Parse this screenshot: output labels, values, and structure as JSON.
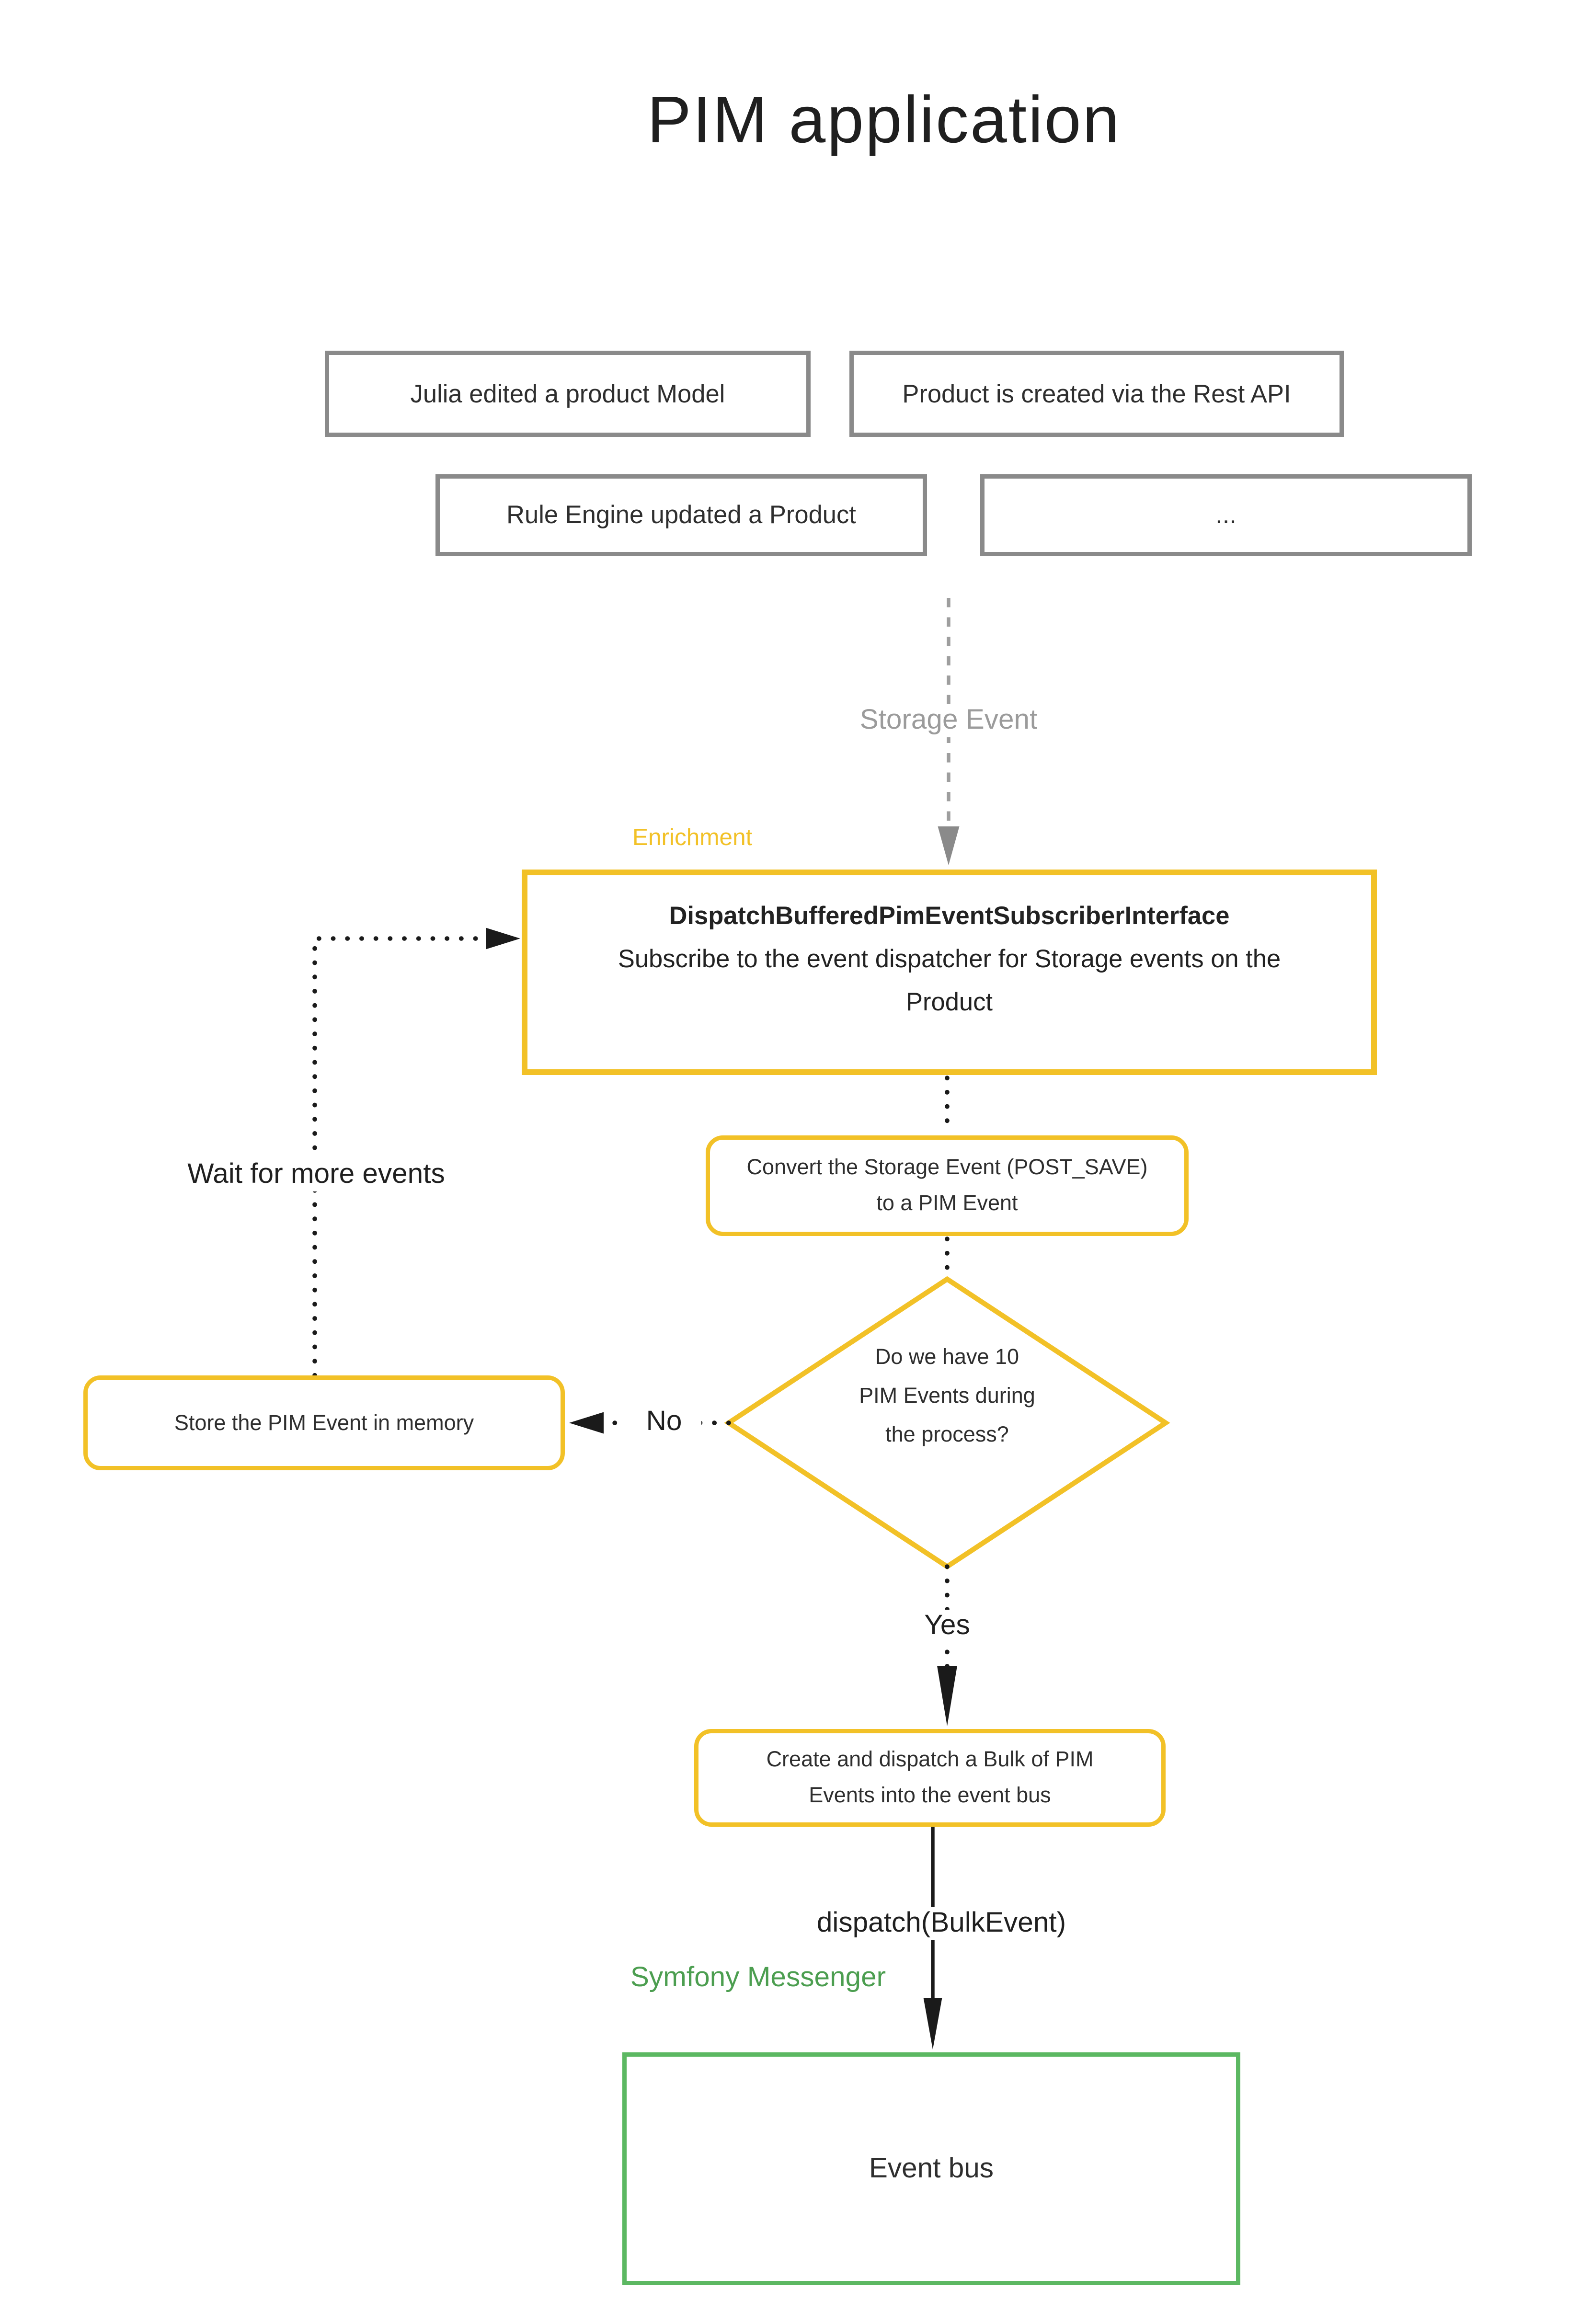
{
  "title": "PIM application",
  "colors": {
    "accent_yellow": "#F2C127",
    "green_border": "#5CB862",
    "green_text": "#4C9E50",
    "gray_border": "#8A8A8A",
    "gray_text": "#9B9B9B",
    "text": "#2E2E2E"
  },
  "sources": {
    "julia": "Julia edited a product Model",
    "rest_api": "Product is created via the Rest API",
    "rule_engine": "Rule Engine updated a Product",
    "more": "..."
  },
  "labels": {
    "storage_event": "Storage Event",
    "enrichment": "Enrichment",
    "wait": "Wait for more events",
    "no": "No",
    "yes": "Yes",
    "dispatch_call": "dispatch(BulkEvent)",
    "symfony": "Symfony Messenger"
  },
  "nodes": {
    "subscriber": {
      "title": "DispatchBufferedPimEventSubscriberInterface",
      "lines": [
        "Subscribe to the event dispatcher for Storage events on the",
        "Product"
      ]
    },
    "convert": {
      "lines": [
        "Convert the Storage Event (POST_SAVE)",
        "to a PIM Event"
      ]
    },
    "decision": {
      "lines": [
        "Do we have 10",
        "PIM Events during",
        "the process?"
      ]
    },
    "store": {
      "text": "Store the PIM Event in memory"
    },
    "bulk": {
      "lines": [
        "Create and dispatch a Bulk of PIM",
        "Events into the event bus"
      ]
    },
    "event_bus": {
      "text": "Event bus"
    }
  }
}
